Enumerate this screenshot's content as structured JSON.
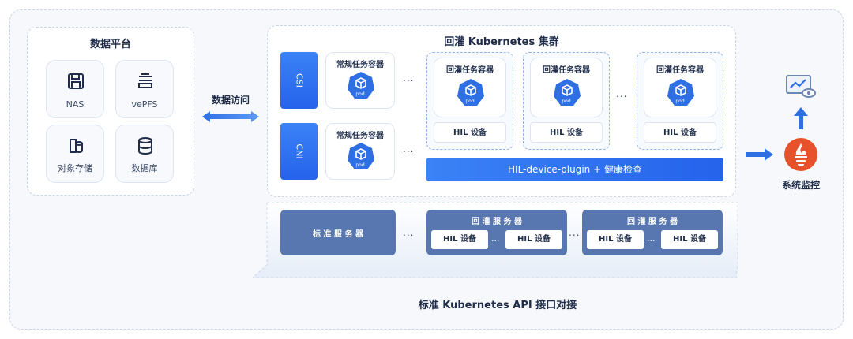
{
  "data_platform": {
    "title": "数据平台",
    "items": [
      {
        "label": "NAS",
        "icon": "floppy-disk-icon"
      },
      {
        "label": "vePFS",
        "icon": "server-stack-icon"
      },
      {
        "label": "对象存储",
        "icon": "object-storage-icon"
      },
      {
        "label": "数据库",
        "icon": "database-icon"
      }
    ]
  },
  "data_access": {
    "label": "数据访问"
  },
  "cluster": {
    "title": "回灌 Kubernetes 集群",
    "csi_label": "CSI",
    "cni_label": "CNI",
    "regular_task_label": "常规任务容器",
    "replay_task_label": "回灌任务容器",
    "pod_label": "pod",
    "hil_label": "HIL 设备",
    "ellipsis": "...",
    "plugin_label": "HIL-device-plugin + 健康检查"
  },
  "servers": {
    "standard_label": "标 准 服 务 器",
    "replay_label": "回 灌 服 务 器",
    "hil_label": "HIL 设备",
    "ellipsis": "..."
  },
  "bottom_label": "标准 Kubernetes API 接口对接",
  "monitoring": {
    "label": "系统监控"
  },
  "colors": {
    "accent": "#2f6fe4",
    "server": "#5877b0",
    "prometheus": "#e6522c"
  }
}
